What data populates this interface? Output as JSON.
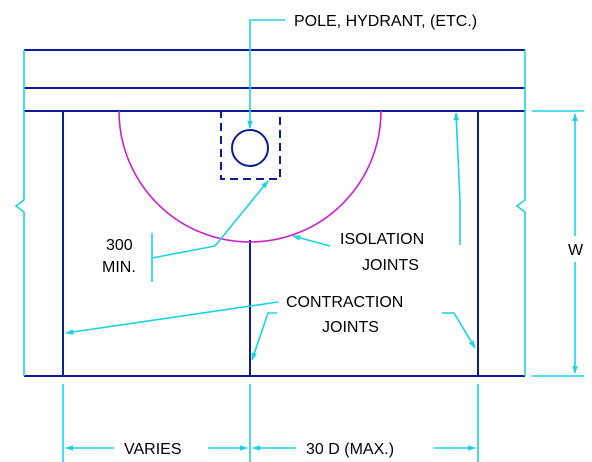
{
  "labels": {
    "pole": "POLE, HYDRANT, (ETC.)",
    "min_value": "300",
    "min_unit": "MIN.",
    "isolation_1": "ISOLATION",
    "isolation_2": "JOINTS",
    "contraction_1": "CONTRACTION",
    "contraction_2": "JOINTS",
    "width": "W",
    "varies": "VARIES",
    "spacing": "30 D (MAX.)"
  },
  "colors": {
    "slab_lines": "#0b1d9a",
    "dimension_lines": "#19d3e6",
    "isolation_joint": "#d01fd0",
    "text": "#000000"
  }
}
